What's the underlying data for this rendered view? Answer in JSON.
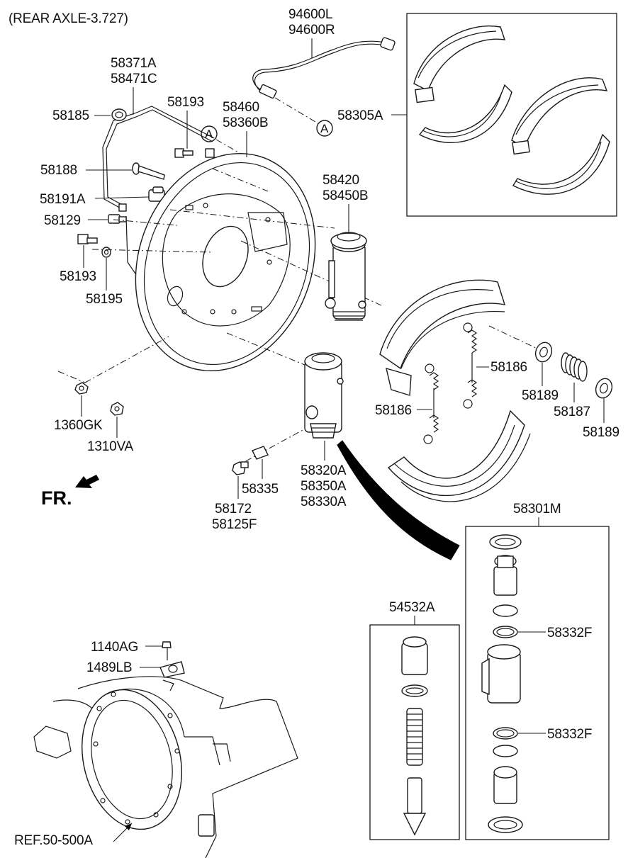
{
  "header": {
    "axle_note": "(REAR AXLE-3.727)"
  },
  "direction": {
    "front_label": "FR."
  },
  "reference_markers": {
    "a_label": "A"
  },
  "callouts": {
    "harness_l": "94600L",
    "harness_r": "94600R",
    "pipe_a": "58371A",
    "pipe_c": "58471C",
    "grommet": "58185",
    "bolt_upper": "58193",
    "backing_plate_1": "58460",
    "backing_plate_2": "58360B",
    "bolt_long": "58188",
    "clip": "58191A",
    "connector": "58129",
    "bolt_lower": "58193",
    "washer": "58195",
    "adjuster_1": "58420",
    "adjuster_2": "58450B",
    "shoe_kit": "58305A",
    "return_spring_right": "58186",
    "return_spring_left": "58186",
    "cup_upper": "58189",
    "coil_spring": "58187",
    "cup_lower": "58189",
    "nut_gk": "1360GK",
    "nut_va": "1310VA",
    "wheel_cyl_1": "58320A",
    "wheel_cyl_2": "58350A",
    "wheel_cyl_3": "58330A",
    "bleeder_cap": "58335",
    "bleeder_1": "58172",
    "bleeder_2": "58125F",
    "cyl_kit": "58301M",
    "seal_upper": "58332F",
    "seal_lower": "58332F",
    "adjuster_kit": "54532A",
    "bolt_housing": "1140AG",
    "housing_clip": "1489LB",
    "reference": "REF.50-500A"
  },
  "colors": {
    "line": "#1a1a1a",
    "background": "#ffffff",
    "highlight_arrow": "#000000"
  }
}
